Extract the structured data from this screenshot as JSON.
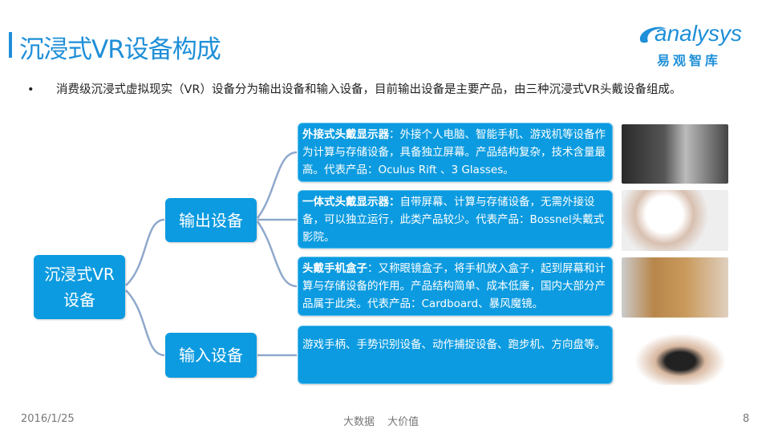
{
  "title": "沉浸式VR设备构成",
  "logo": {
    "word": "analysys",
    "cn": "易观智库"
  },
  "bullet": "消费级沉浸式虚拟现实（VR）设备分为输出设备和输入设备，目前输出设备是主要产品，由三种沉浸式VR头戴设备组成。",
  "root": {
    "line1": "沉浸式VR",
    "line2": "设备"
  },
  "branches": {
    "output": "输出设备",
    "input": "输入设备"
  },
  "items": [
    {
      "head": "外接式头戴显示器",
      "body": "：外接个人电脑、智能手机、游戏机等设备作为计算与存储设备，具备独立屏幕。产品结构复杂，技术含量最高。代表产品：Oculus Rift 、3 Glasses。"
    },
    {
      "head": "一体式头戴显示器：",
      "body": "自带屏幕、计算与存储设备，无需外接设备，可以独立运行，此类产品较少。代表产品：Bossnel头戴式影院。"
    },
    {
      "head": "头戴手机盒子",
      "body": "：又称眼镜盒子，将手机放入盒子，起到屏幕和计算与存储设备的作用。产品结构简单、成本低廉，国内大部分产品属于此类。代表产品：Cardboard、暴风魔镜。"
    },
    {
      "head": "",
      "body": "游戏手柄、手势识别设备、动作捕捉设备、跑步机、方向盘等。"
    }
  ],
  "footer": {
    "date": "2016/1/25",
    "center": "大数据 大价值",
    "page": "8"
  },
  "colors": {
    "accent": "#1e8fd8",
    "box": "#0c9be0",
    "line": "#8fa9cc"
  }
}
